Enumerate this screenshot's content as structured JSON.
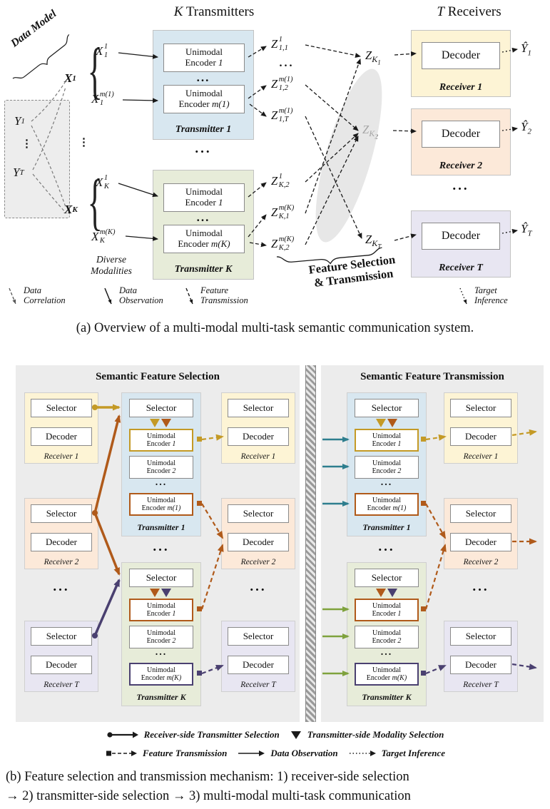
{
  "common": {
    "dots": "...",
    "vdots": "⋮",
    "brace": "{"
  },
  "colors": {
    "gold": "#c49a26",
    "orange": "#b05a1a",
    "purple": "#4a4070",
    "teal": "#2e7e8e",
    "green": "#7fa23d",
    "transmitter_blue": "#d8e7f0",
    "transmitter_green": "#e7ecd9",
    "receiver_yellow": "#fdf4d5",
    "receiver_peach": "#fce9d9",
    "receiver_lavender": "#e8e6f2",
    "panel_gray": "#ececec"
  },
  "fig_a": {
    "header_k_it": "K",
    "header_k_rest": " Transmitters",
    "header_t_it": "T",
    "header_t_rest": " Receivers",
    "data_model": "Data Model",
    "diverse_l1": "Diverse",
    "diverse_l2": "Modalities",
    "x1": {
      "b": "X",
      "sub": "1"
    },
    "xK": {
      "b": "X",
      "sub": "K"
    },
    "x1_1": {
      "b": "X",
      "sup": "1",
      "sub": "1"
    },
    "x1_m": {
      "b": "X",
      "sup": "m(1)",
      "sub": "1"
    },
    "xK_1": {
      "b": "X",
      "sup": "1",
      "sub": "K"
    },
    "xK_m": {
      "b": "X",
      "sup": "m(K)",
      "sub": "K"
    },
    "y1": {
      "b": "Y",
      "sub": "1"
    },
    "yT": {
      "b": "Y",
      "sub": "T"
    },
    "t1": {
      "label": "Transmitter 1",
      "enc1": {
        "l1": "Unimodal",
        "l2": "Encoder",
        "num": "1"
      },
      "enc2": {
        "l1": "Unimodal",
        "l2": "Encoder",
        "num": "m(1)"
      }
    },
    "tK": {
      "label": "Transmitter K",
      "enc1": {
        "l1": "Unimodal",
        "l2": "Encoder",
        "num": "1"
      },
      "enc2": {
        "l1": "Unimodal",
        "l2": "Encoder",
        "num": "m(K)"
      }
    },
    "z_base": "Z",
    "z": [
      {
        "sup": "1",
        "sub": "1,1"
      },
      {
        "sup": "m(1)",
        "sub": "1,2"
      },
      {
        "sup": "m(1)",
        "sub": "1,T"
      },
      {
        "sup": "1",
        "sub": "K,2"
      },
      {
        "sup": "m(K)",
        "sub": "K,1"
      },
      {
        "sup": "m(K)",
        "sub": "K,2"
      }
    ],
    "zk": [
      {
        "b": "Z",
        "k": "K",
        "i": "1"
      },
      {
        "b": "Z",
        "k": "K",
        "i": "2"
      },
      {
        "b": "Z",
        "k": "K",
        "i": "T"
      }
    ],
    "decoder": "Decoder",
    "receivers": [
      {
        "label": "Receiver 1"
      },
      {
        "label": "Receiver 2"
      },
      {
        "label": "Receiver T"
      }
    ],
    "outputs": [
      {
        "b": "Ŷ",
        "sub": "1"
      },
      {
        "b": "Ŷ",
        "sub": "2"
      },
      {
        "b": "Ŷ",
        "sub": "T"
      }
    ],
    "fs_l1": "Feature Selection",
    "fs_l2": "& Transmission",
    "legend": [
      {
        "l1": "Data",
        "l2": "Correlation"
      },
      {
        "l1": "Data",
        "l2": "Observation"
      },
      {
        "l1": "Feature",
        "l2": "Transmission"
      },
      {
        "l1": "Target",
        "l2": "Inference"
      }
    ],
    "caption": "(a) Overview of a multi-modal multi-task semantic communication system."
  },
  "fig_b": {
    "sel_title": "Semantic Feature Selection",
    "tx_title": "Semantic Feature Transmission",
    "selector": "Selector",
    "decoder": "Decoder",
    "receivers": [
      {
        "label": "Receiver 1"
      },
      {
        "label": "Receiver 2"
      },
      {
        "label": "Receiver T"
      }
    ],
    "t1": {
      "label": "Transmitter 1",
      "encoders": [
        {
          "l1": "Unimodal",
          "l2": "Encoder",
          "num": "1"
        },
        {
          "l1": "Unimodal",
          "l2": "Encoder",
          "num": "2"
        },
        {
          "l1": "Unimodal",
          "l2": "Encoder",
          "num": "m(1)"
        }
      ]
    },
    "tK": {
      "label": "Transmitter K",
      "encoders": [
        {
          "l1": "Unimodal",
          "l2": "Encoder",
          "num": "1"
        },
        {
          "l1": "Unimodal",
          "l2": "Encoder",
          "num": "2"
        },
        {
          "l1": "Unimodal",
          "l2": "Encoder",
          "num": "m(K)"
        }
      ]
    },
    "legend": {
      "rx_sel": "Receiver-side Transmitter Selection",
      "tx_sel": "Transmitter-side Modality Selection",
      "feat_tx": "Feature Transmission",
      "data_obs": "Data Observation",
      "target_inf": "Target Inference"
    },
    "caption_l1": "(b) Feature selection and transmission mechanism: 1) receiver-side selection",
    "caption_l2": "→ 2) transmitter-side selection → 3) multi-modal multi-task communication"
  }
}
